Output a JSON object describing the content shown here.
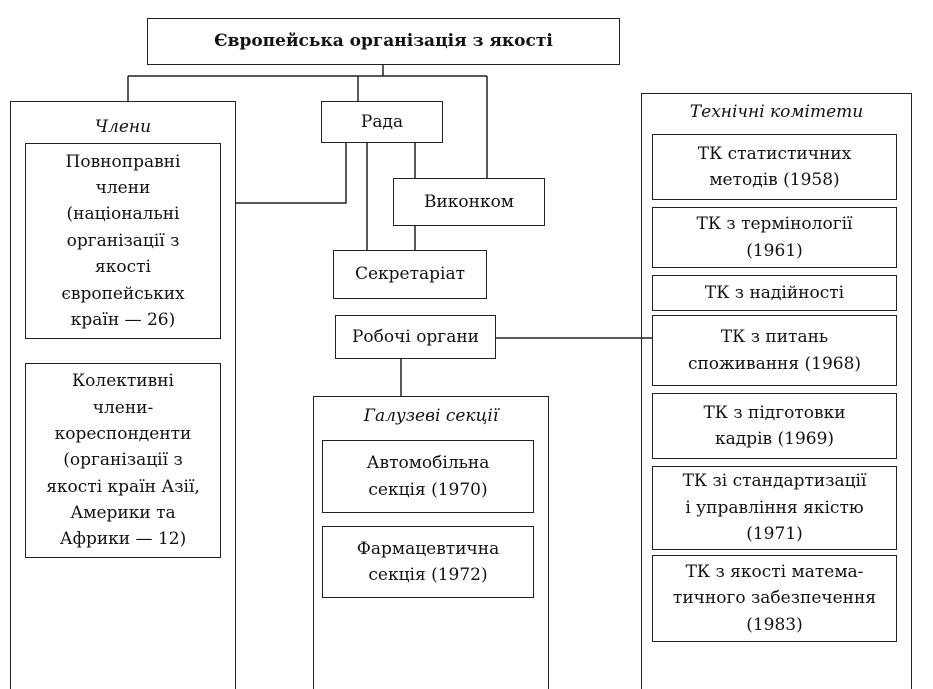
{
  "title": "Європейська організація з якості",
  "council": "Рада",
  "executive": "Виконком",
  "secretariat": "Секретаріат",
  "working_bodies": "Робочі органи",
  "members": {
    "heading": "Члени",
    "full": "Повноправні\nчлени\n(національні\nорганізації з\nякості\nєвропейських\nкраїн — 26)",
    "corresponding": "Колективні\nчлени-\nкореспонденти\n(організації з\nякості країн Азії,\nАмерики та\nАфрики — 12)"
  },
  "sections": {
    "heading": "Галузеві секції",
    "items": [
      "Автомобільна\nсекція (1970)",
      "Фармацевтична\nсекція (1972)"
    ]
  },
  "committees": {
    "heading": "Технічні комітети",
    "items": [
      "ТК статистичних\nметодів (1958)",
      "ТК з термінології\n(1961)",
      "ТК з надійності",
      "ТК з питань\nспоживання (1968)",
      "ТК з підготовки\nкадрів (1969)",
      "ТК зі стандартизації\nі управління якістю\n(1971)",
      "ТК з якості матема-\nтичного забезпечення\n(1983)"
    ]
  }
}
